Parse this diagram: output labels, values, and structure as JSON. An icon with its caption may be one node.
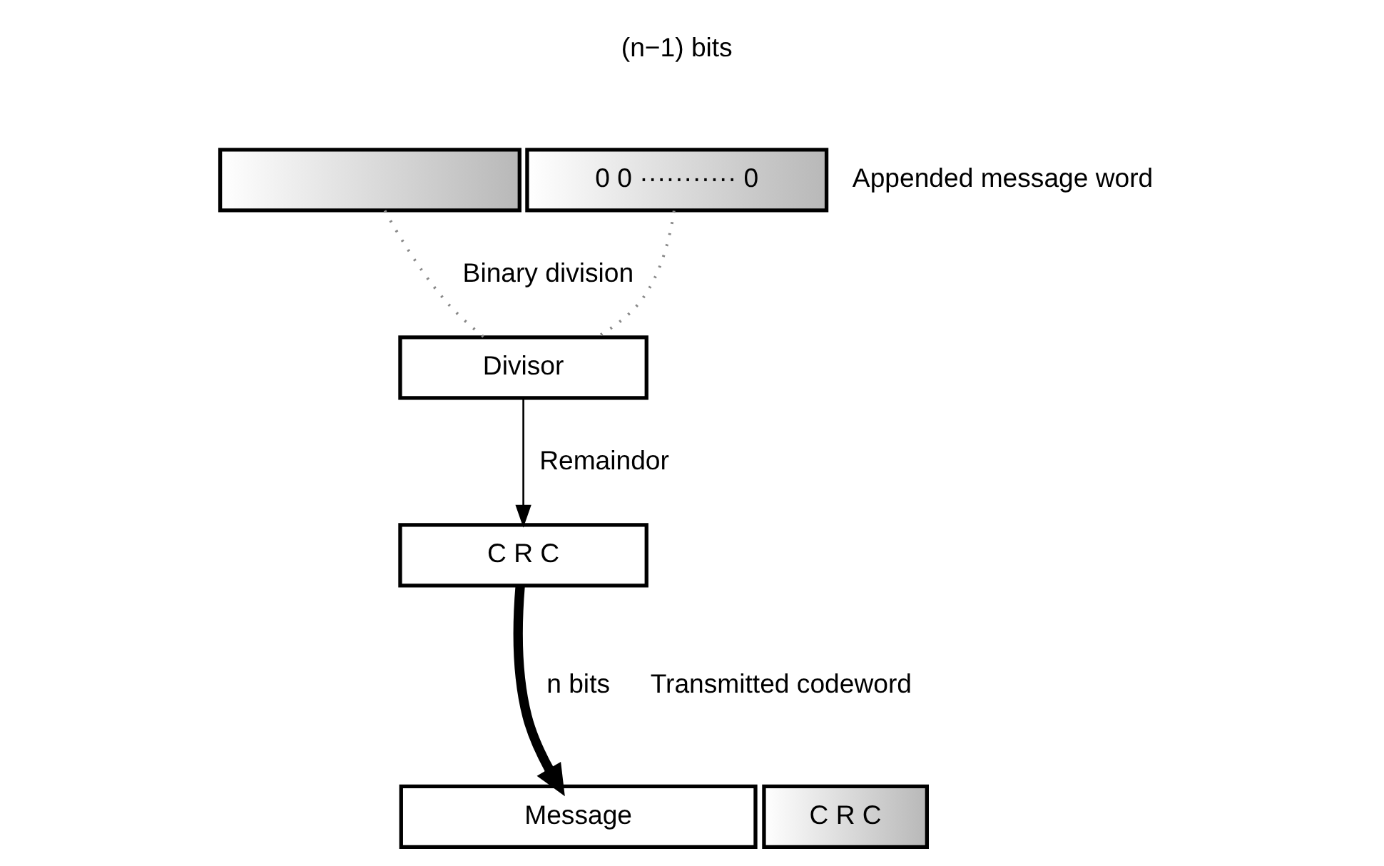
{
  "diagram": {
    "nodes": [
      {
        "text": [],
        "shape": "bar"
      },
      {
        "text": [
          "0 0 ··········· 0"
        ],
        "beside": [
          "Appended message word"
        ]
      },
      {
        "text": [
          "Divisor"
        ]
      },
      {
        "text": [
          "C R C"
        ]
      },
      {
        "text": [
          "Message"
        ]
      },
      {
        "text": [
          "C R C"
        ]
      }
    ],
    "edges": [
      {
        "from": 0,
        "to": 2,
        "arrow": "none",
        "style": "dashed",
        "color": "#888888",
        "label": "Binary division"
      },
      {
        "from": 1,
        "to": 2,
        "arrow": "none",
        "style": "dashed",
        "color": "#888888"
      },
      {
        "from": 2,
        "to": 3,
        "arrow": "to",
        "color": "#000000",
        "label": "Remaindor"
      },
      {
        "from": 3,
        "to": 4,
        "arrow": "to",
        "style": "thick",
        "color": "#000000"
      }
    ],
    "labels": [
      "(n−1) bits",
      "n bits",
      "Transmitted codeword"
    ]
  }
}
